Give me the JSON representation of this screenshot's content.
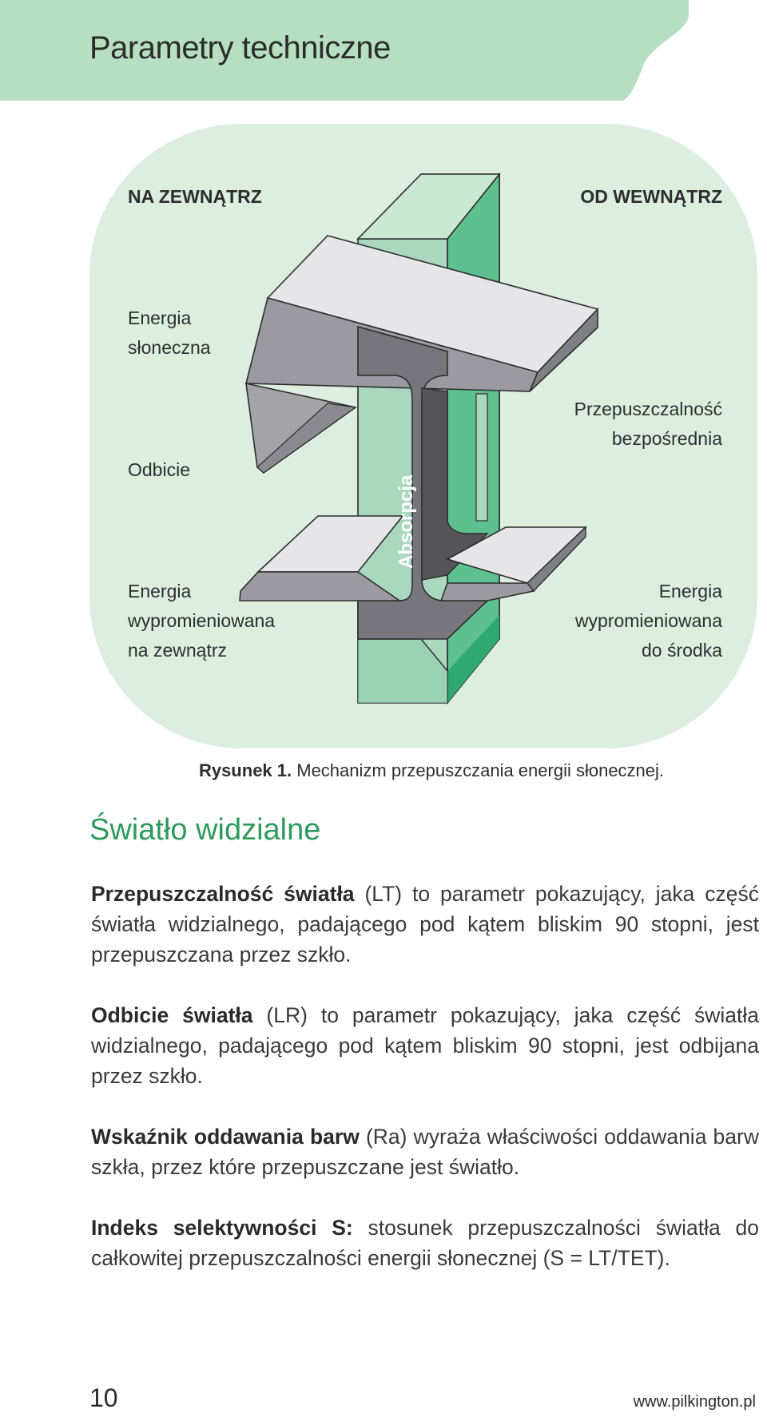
{
  "header": {
    "title": "Parametry techniczne"
  },
  "figure": {
    "outside_label": "NA ZEWNĄTRZ",
    "inside_label": "OD WEWNĄTRZ",
    "solar_energy": [
      "Energia",
      "słoneczna"
    ],
    "reflection": "Odbicie",
    "direct_transmission": [
      "Przepuszczalność",
      "bezpośrednia"
    ],
    "emitted_outside": [
      "Energia",
      "wypromieniowana",
      "na zewnątrz"
    ],
    "emitted_inside": [
      "Energia",
      "wypromieniowana",
      "do środka"
    ],
    "absorption": "Absorpcja",
    "colors": {
      "panel": "#dceee0",
      "glass_light": "#a9d8bf",
      "glass_dark": "#3aae7c",
      "arrow_top": "#e6e6e8",
      "arrow_side": "#8f8f94"
    }
  },
  "caption": {
    "label": "Rysunek 1.",
    "text": " Mechanizm przepuszczania energii słonecznej."
  },
  "section": {
    "title": "Światło widzialne",
    "paragraphs": [
      {
        "term": "Przepuszczalność światła",
        "text": " (LT) to parametr pokazujący, jaka część światła widzialnego, padającego pod kątem bliskim 90 stopni, jest przepuszczana przez szkło."
      },
      {
        "term": "Odbicie światła",
        "text": " (LR) to parametr pokazujący, jaka część światła widzialnego, padającego pod kątem bliskim 90 stopni, jest odbijana przez szkło."
      },
      {
        "term": "Wskaźnik oddawania barw",
        "text": " (Ra) wyraża właściwości oddawania barw szkła, przez które przepuszczane jest światło."
      },
      {
        "term": "Indeks selektywności S:",
        "text": " stosunek przepuszczalności światła do całkowitej przepuszczalności energii słonecznej (S = LT/TET)."
      }
    ]
  },
  "footer": {
    "page_number": "10",
    "website": "www.pilkington.pl"
  }
}
